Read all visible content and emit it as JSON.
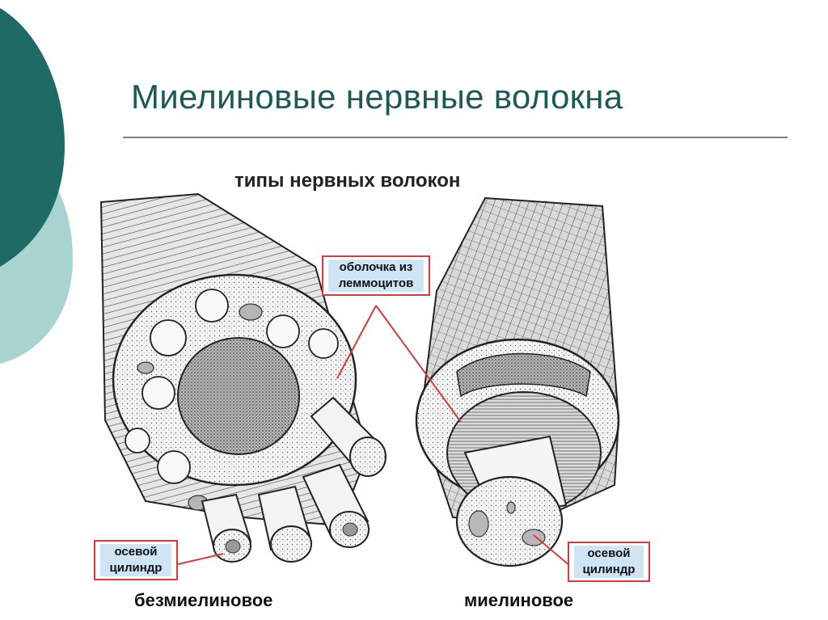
{
  "slide": {
    "title": "Миелиновые нервные волокна",
    "subtitle": "типы нервных волокон",
    "accent_color": "#1e6b66",
    "accent_light": "#a9d3d0",
    "callout_border": "#d63a3a",
    "callout_fill": "#cfe4f5"
  },
  "labels": {
    "sheath": [
      "оболочка из",
      "леммоцитов"
    ],
    "axis_left": [
      "осевой",
      "цилиндр"
    ],
    "axis_right": [
      "осевой",
      "цилиндр"
    ]
  },
  "captions": {
    "left": "безмиелиновое",
    "right": "миелиновое"
  },
  "icons": {
    "unmyelinated": "unmyelinated-fiber-drawing",
    "myelinated": "myelinated-fiber-drawing"
  }
}
